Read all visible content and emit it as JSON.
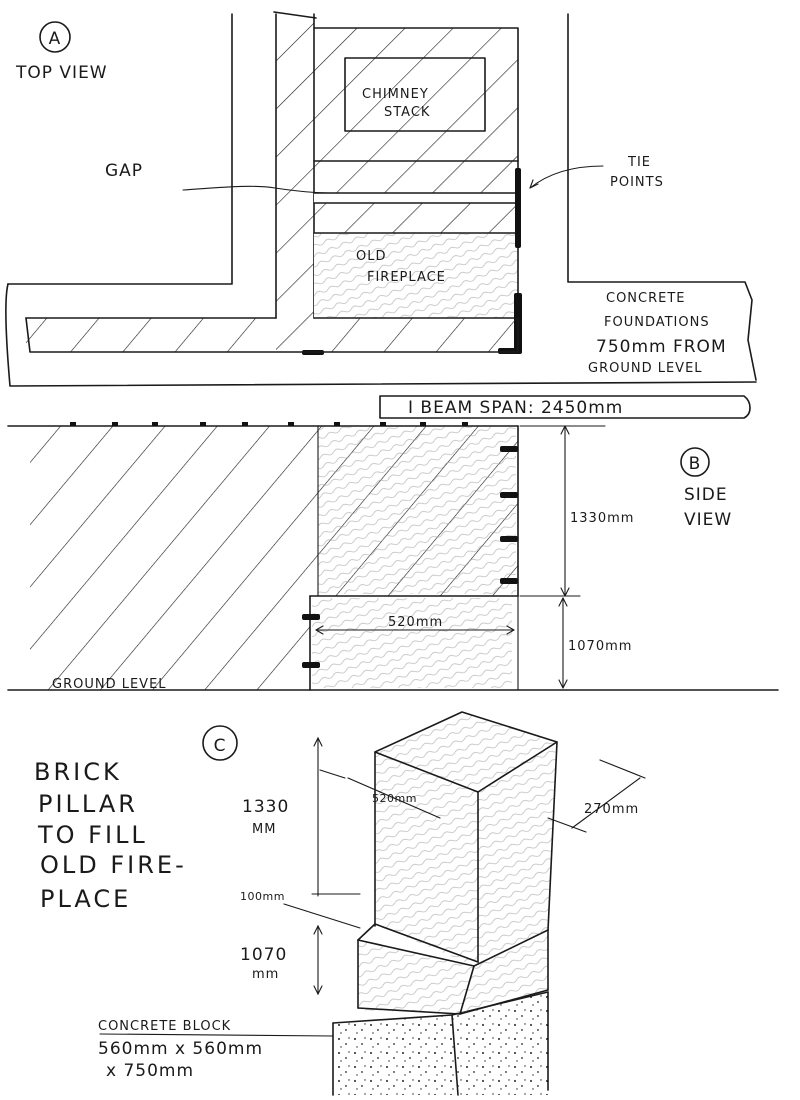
{
  "view_a": {
    "marker": "A",
    "title": "TOP VIEW",
    "gap_label": "GAP",
    "chimney_label_1": "CHIMNEY",
    "chimney_label_2": "STACK",
    "tie_label_1": "TIE",
    "tie_label_2": "POINTS",
    "fireplace_label_1": "OLD",
    "fireplace_label_2": "FIREPLACE",
    "foundation_note": [
      "CONCRETE",
      "FOUNDATIONS",
      "750mm FROM",
      "GROUND LEVEL"
    ]
  },
  "view_b": {
    "beam_label": "I BEAM SPAN: 2450mm",
    "marker": "B",
    "title_1": "SIDE",
    "title_2": "VIEW",
    "dim_upper": "1330mm",
    "dim_lower": "1070mm",
    "dim_width": "520mm",
    "ground_label": "GROUND LEVEL"
  },
  "view_c": {
    "marker": "C",
    "title": [
      "BRICK",
      "PILLAR",
      "TO FILL",
      "OLD FIRE-",
      "PLACE"
    ],
    "dim_upper_1": "1330",
    "dim_upper_2": "MM",
    "dim_width": "520mm",
    "dim_depth": "270mm",
    "dim_step": "100mm",
    "dim_lower_1": "1070",
    "dim_lower_2": "mm",
    "block_label": [
      "CONCRETE BLOCK",
      "560mm x 560mm",
      "x 750mm"
    ]
  }
}
